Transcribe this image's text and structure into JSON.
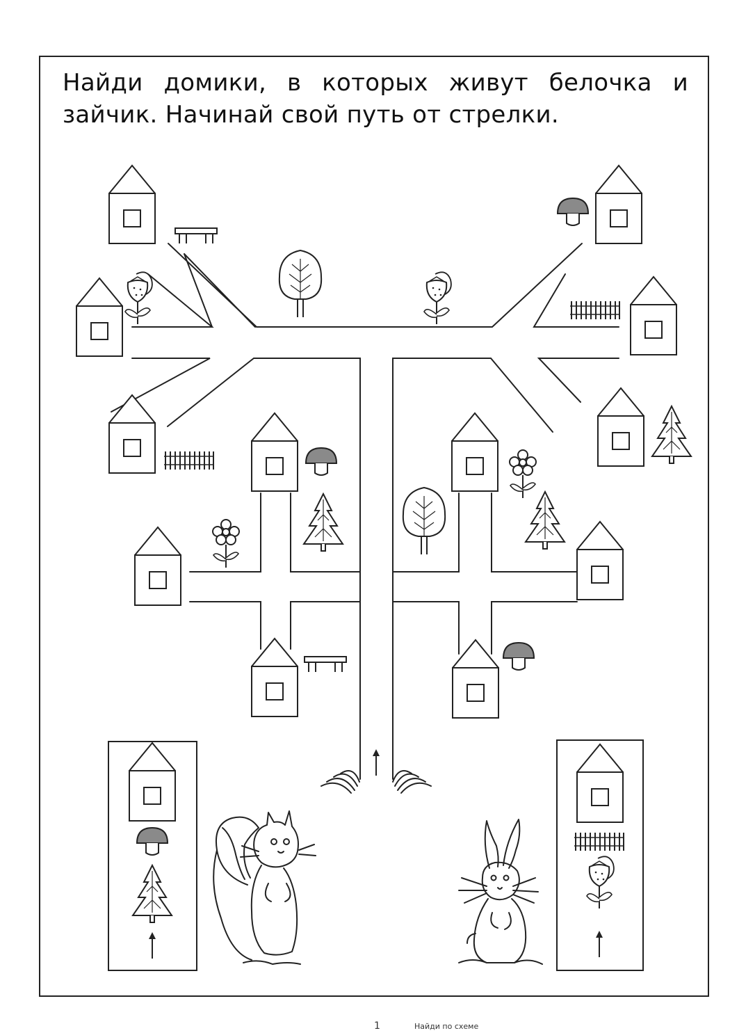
{
  "instruction": {
    "line1": "Найди домики, в которых живут белочка и",
    "line2": "зайчик. Начинай свой путь от стрелки."
  },
  "footer": {
    "page_number": "1",
    "title": "Найди по схеме"
  }
}
